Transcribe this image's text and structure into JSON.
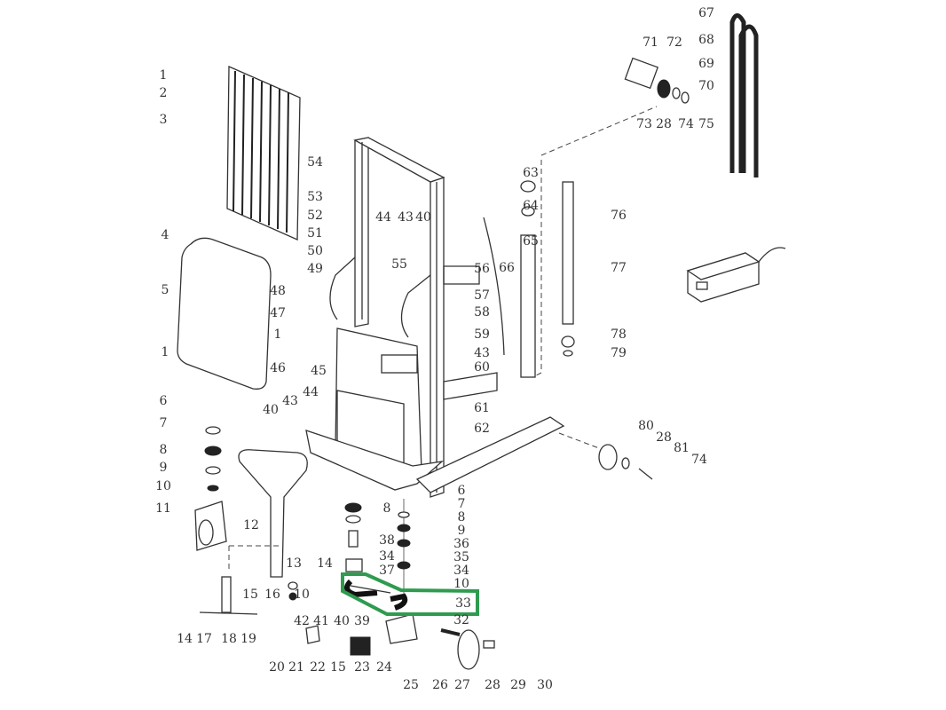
{
  "diagram": {
    "type": "exploded-parts-diagram",
    "highlight_color": "#2e9b4f",
    "highlighted_part": "33",
    "labels": [
      "1",
      "2",
      "3",
      "4",
      "5",
      "1",
      "48",
      "47",
      "1",
      "46",
      "45",
      "40",
      "43",
      "44",
      "54",
      "53",
      "52",
      "51",
      "50",
      "49",
      "44",
      "43",
      "40",
      "55",
      "63",
      "64",
      "65",
      "66",
      "56",
      "57",
      "58",
      "59",
      "43",
      "60",
      "61",
      "62",
      "76",
      "77",
      "78",
      "79",
      "71",
      "72",
      "73",
      "28",
      "74",
      "75",
      "67",
      "68",
      "69",
      "70",
      "80",
      "28",
      "81",
      "74",
      "6",
      "7",
      "8",
      "9",
      "10",
      "11",
      "12",
      "13",
      "14",
      "15",
      "16",
      "10",
      "14",
      "17",
      "18",
      "19",
      "8",
      "38",
      "34",
      "37",
      "42",
      "41",
      "40",
      "39",
      "6",
      "7",
      "8",
      "9",
      "36",
      "35",
      "34",
      "10",
      "33",
      "32",
      "20",
      "21",
      "22",
      "15",
      "23",
      "24",
      "25",
      "26",
      "27",
      "28",
      "29",
      "30"
    ]
  }
}
